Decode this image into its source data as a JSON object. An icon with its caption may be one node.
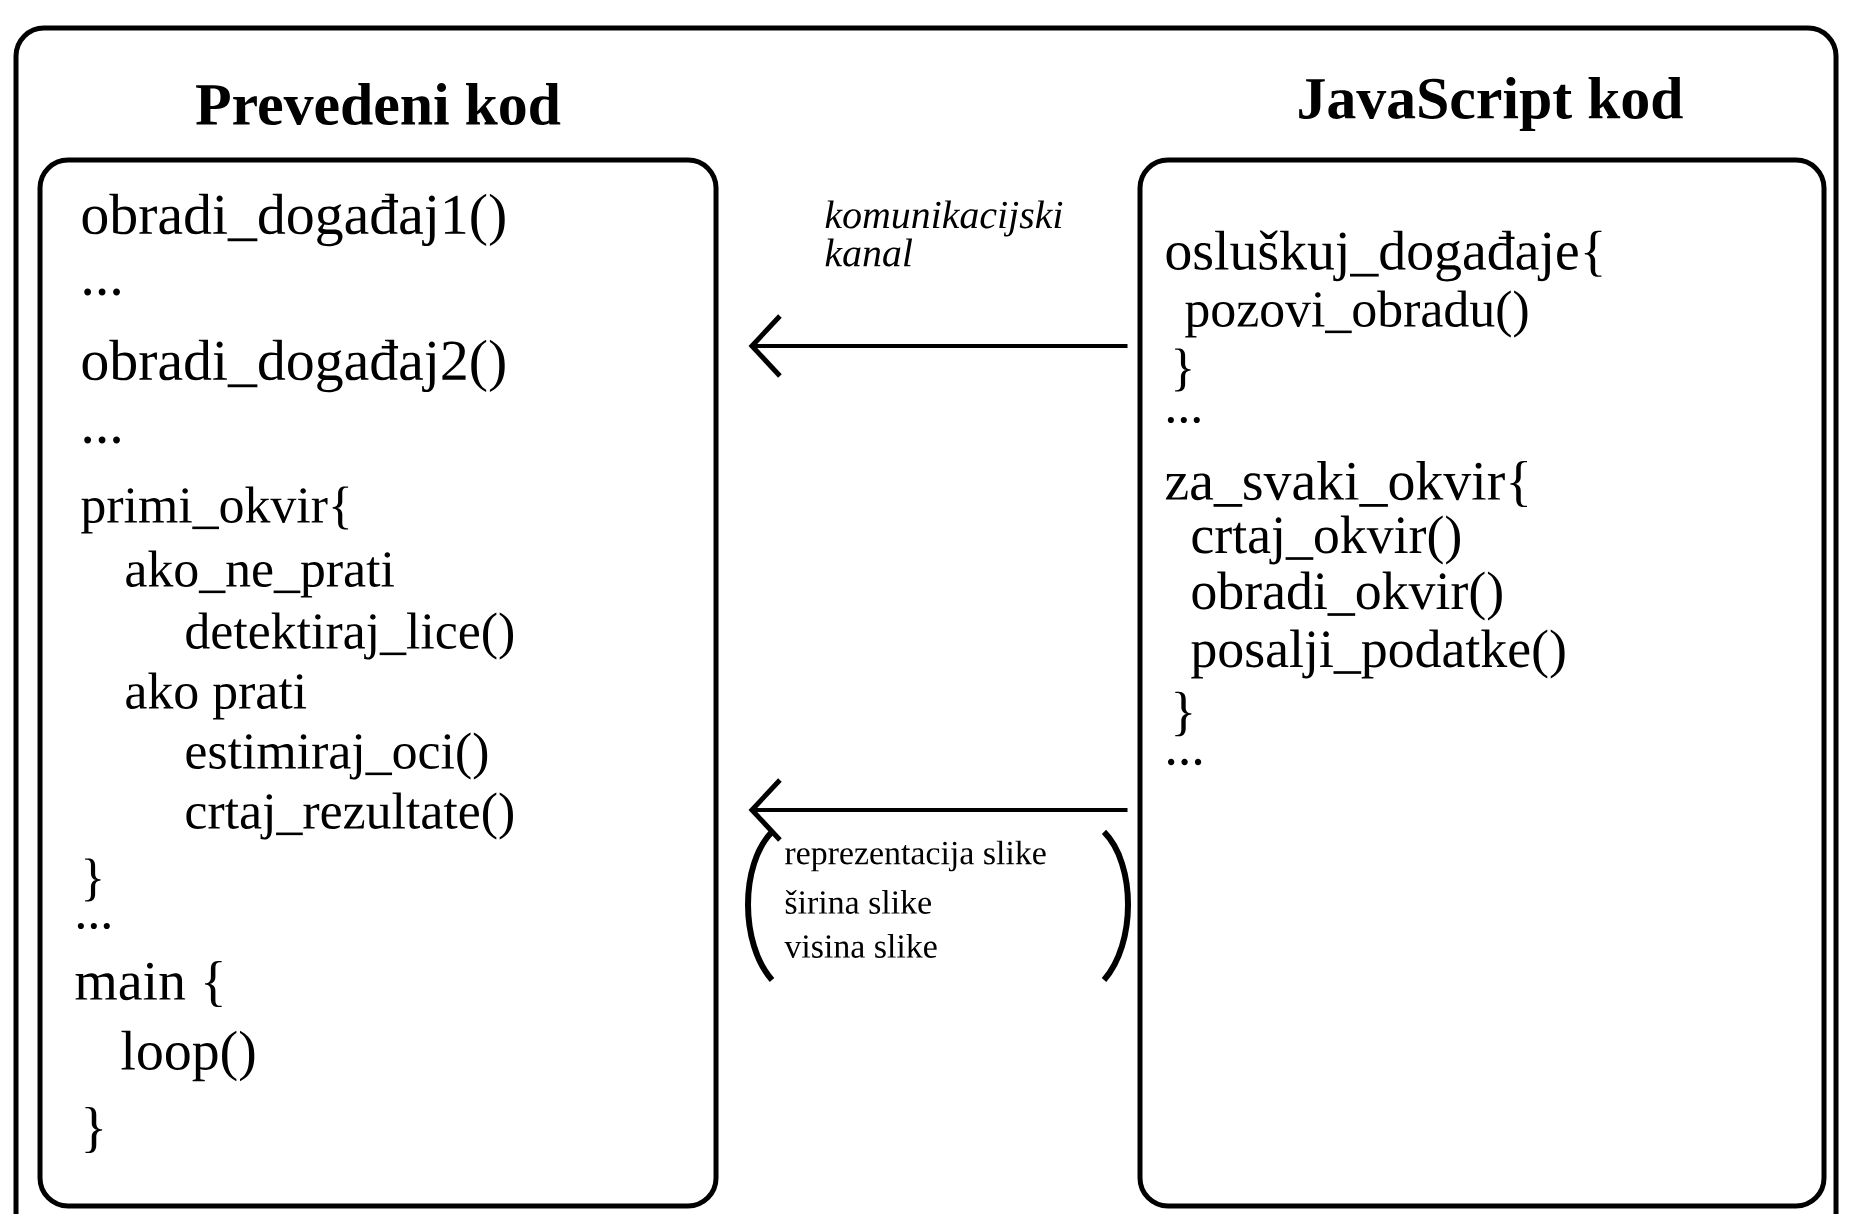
{
  "diagram": {
    "nodes": [
      {
        "text": [],
        "shape": "box"
      },
      {
        "text": [
          "Prevedeni kod",
          "obradi_događaj1()",
          "...",
          "obradi_događaj2()",
          "...",
          "primi_okvir{",
          "ako_ne_prati",
          "detektiraj_lice()",
          "ako prati",
          "estimiraj_oci()",
          "crtaj_rezultate()",
          "}",
          "...",
          "main {",
          "loop()",
          "}"
        ],
        "in": 0
      },
      {
        "text": [
          "JavaScript kod",
          "osluškuj_događaje{",
          "pozovi_obradu()",
          "}",
          "...",
          "za_svaki_okvir{",
          "crtaj_okvir()",
          "obradi_okvir()",
          "posalji_podatke()",
          "}",
          "..."
        ],
        "in": 0
      }
    ],
    "edges": [
      {
        "from": 2,
        "to": 1,
        "arrow": "to",
        "label": "komunikacijski kanal"
      },
      {
        "from": 2,
        "to": 1,
        "arrow": "to"
      }
    ],
    "labels": [
      "reprezentacija slike",
      "širina slike",
      "visina slike"
    ]
  }
}
